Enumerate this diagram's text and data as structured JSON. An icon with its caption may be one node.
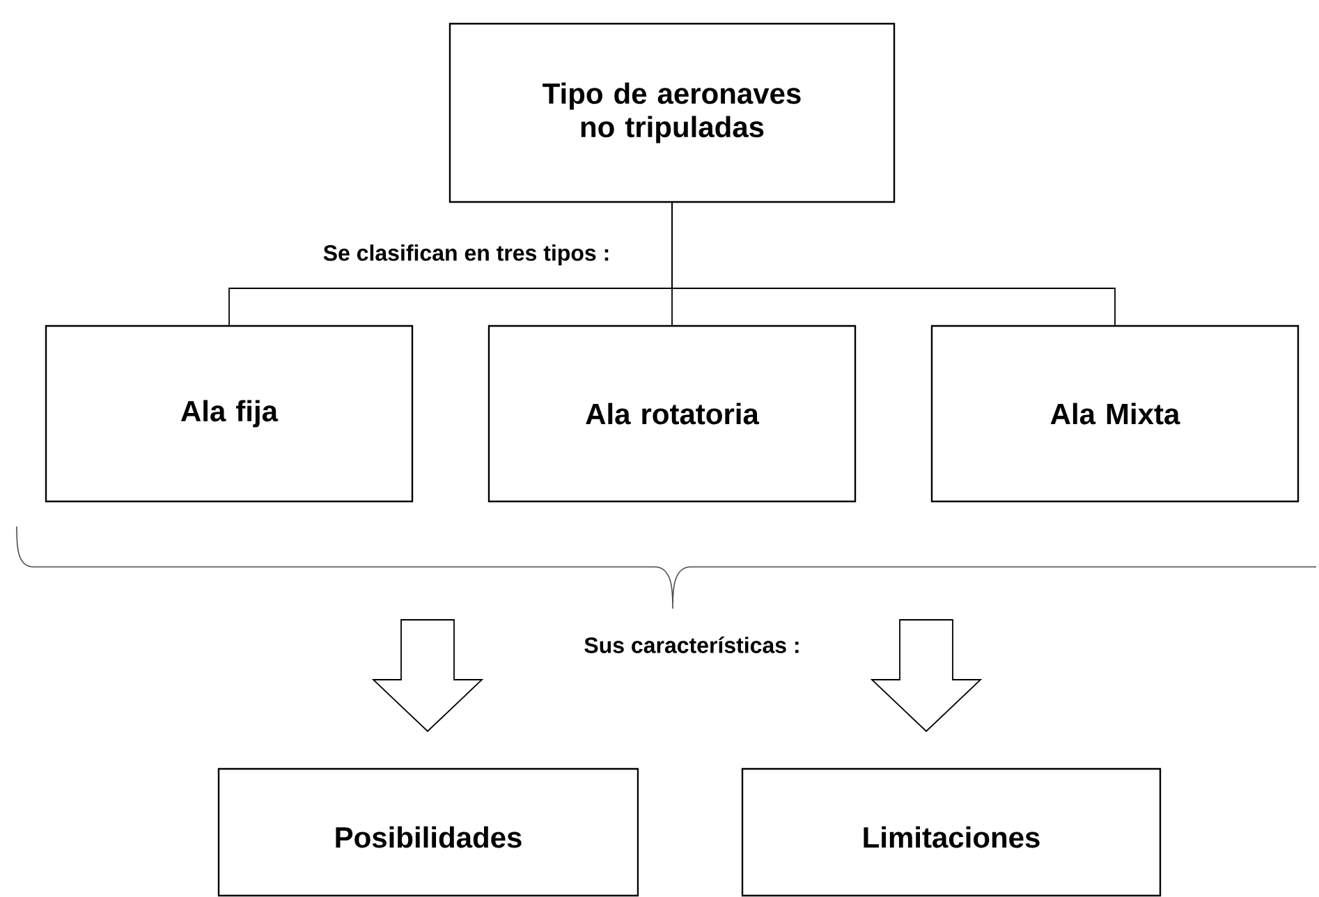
{
  "diagram": {
    "nodes": [
      {
        "text": [
          "Tipo de aeronaves no tripuladas"
        ]
      },
      {
        "text": [
          "Ala fija"
        ]
      },
      {
        "text": [
          "Ala rotatoria"
        ]
      },
      {
        "text": [
          "Ala Mixta"
        ]
      },
      {
        "text": [
          "Posibilidades"
        ]
      },
      {
        "text": [
          "Limitaciones"
        ]
      }
    ],
    "edges": [
      {
        "from": 0,
        "to": 1,
        "arrow": "none"
      },
      {
        "from": 0,
        "to": 2,
        "arrow": "none"
      },
      {
        "from": 0,
        "to": 3,
        "arrow": "none"
      },
      {
        "from": null,
        "to": 4,
        "arrow": "to"
      },
      {
        "from": null,
        "to": 5,
        "arrow": "to"
      }
    ],
    "labels": [
      "Se clasifican en tres tipos :",
      "Sus características :"
    ]
  }
}
